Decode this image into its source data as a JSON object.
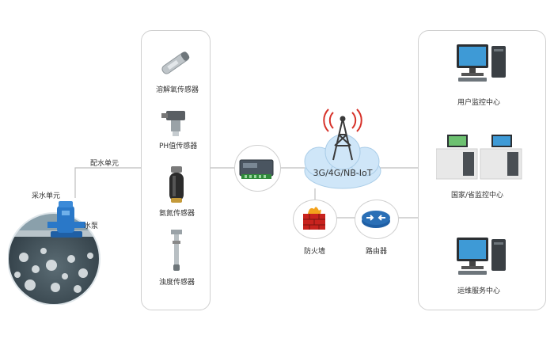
{
  "left": {
    "intake_label": "采水单元",
    "distribution_label": "配水单元",
    "pump_label": "水泵"
  },
  "sensors": [
    {
      "label": "溶解氧传感器",
      "icon": "dissolved-oxygen-sensor-icon"
    },
    {
      "label": "PH值传感器",
      "icon": "ph-sensor-icon"
    },
    {
      "label": "氨氮传感器",
      "icon": "ammonia-nitrogen-sensor-icon"
    },
    {
      "label": "浊度传感器",
      "icon": "turbidity-sensor-icon"
    }
  ],
  "network": {
    "cloud_label": "3G/4G/NB-IoT",
    "firewall_label": "防火墙",
    "router_label": "路由器"
  },
  "centers": [
    {
      "label": "用户监控中心",
      "icon": "desktop-computer-icon"
    },
    {
      "label": "国家/省监控中心",
      "icon": "workstation-desks-icon"
    },
    {
      "label": "运维服务中心",
      "icon": "desktop-computer-icon"
    }
  ],
  "colors": {
    "panel_border": "#cfcfcf",
    "line": "#bdbdbd",
    "cloud": "#cfe6f8",
    "tower": "#3a3a3a",
    "signal": "#d7322a",
    "firewall": "#c8231e",
    "router": "#2a6fb6",
    "pump": "#2a78c8"
  }
}
